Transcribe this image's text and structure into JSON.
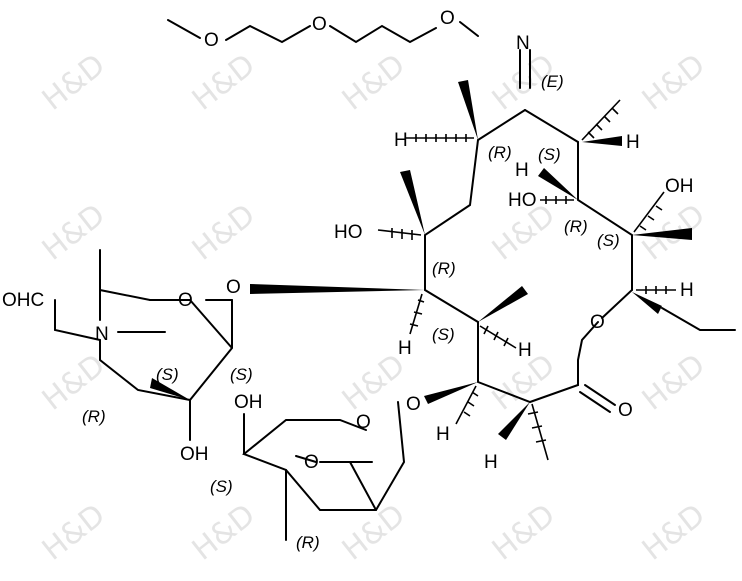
{
  "watermark": "H&D",
  "atoms": {
    "o1": "O",
    "o2": "O",
    "o3": "O",
    "n_oxime": "N",
    "h_c10": "H",
    "h_c8": "H",
    "h_c11": "H",
    "ho_c12": "OH",
    "ho_c6": "HO",
    "o_glyc": "O",
    "o_sug1": "O",
    "ohc": "OHC",
    "n_sug1": "N",
    "oh_sug1": "OH",
    "h_c5": "H",
    "o_ring_ester": "O",
    "h_c13": "H",
    "h_c4": "H",
    "o_cladinose": "O",
    "o_carbonyl": "O",
    "h_c3": "H",
    "h_c2": "H",
    "oh_clad": "OH",
    "o_clad_ring": "O",
    "o_clad_ome": "O"
  },
  "stereo": {
    "E": "(E)",
    "c10": "(R)",
    "c8": "(S)",
    "c11": "(R)",
    "c12": "(S)",
    "c6": "(R)",
    "c5": "(S)",
    "sug1_c1": "(S)",
    "sug1_c2": "(S)",
    "sug1_c3": "(R)",
    "clad_c4": "(S)",
    "clad_c3": "(R)"
  }
}
